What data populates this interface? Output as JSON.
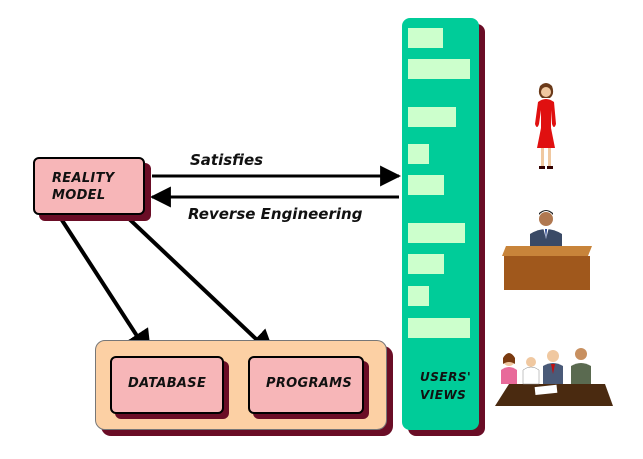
{
  "nodes": {
    "reality_model": [
      "REALITY",
      "MODEL"
    ],
    "database": "DATABASE",
    "programs": "PROGRAMS",
    "users_views": [
      "USERS'",
      "VIEWS"
    ]
  },
  "arrows": {
    "satisfies": "Satisfies",
    "reverse_engineering": "Reverse Engineering"
  },
  "figures": [
    "woman-icon",
    "man-at-desk-icon",
    "meeting-group-icon"
  ],
  "colors": {
    "box_fill": "#f7b6b8",
    "shadow": "#6a0d26",
    "tray_fill": "#fcd0a4",
    "views_fill": "#00cc99",
    "view_bar": "#ccffcc"
  }
}
